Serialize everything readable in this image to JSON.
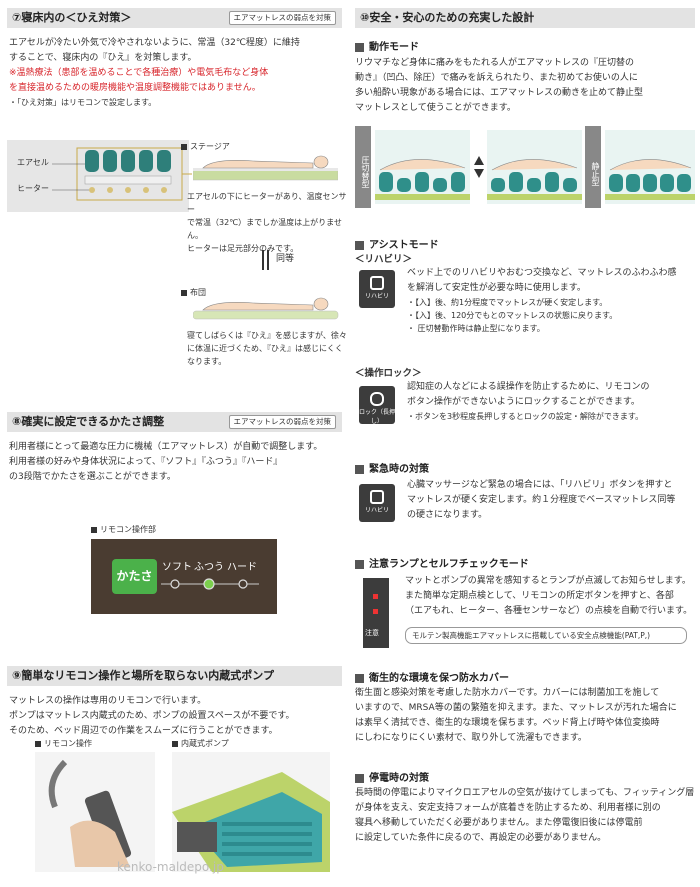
{
  "s7": {
    "title": "⑦寝床内の＜ひえ対策＞",
    "badge": "エアマットレスの弱点を対策",
    "p1": "エアセルが冷たい外気で冷やされないように、常温（32℃程度）に維持",
    "p2": "することで、寝床内の『ひえ』を対策します。",
    "red1": "※温熱療法（患部を温めることで各種治療）や電気毛布など身体",
    "red2": "を直接温めるための暖房機能や温度調整機能ではありません。",
    "note": "・「ひえ対策」はリモコンで設定します。",
    "label_stage": "ステージア",
    "label_aircell": "エアセル",
    "label_heater": "ヒーター",
    "stage_desc": [
      "エアセルの下にヒーターがあり、温度センサー",
      "で常温（32℃）までしか温度は上がりません。",
      "ヒーターは足元部分のみです。"
    ],
    "equal": "同等",
    "label_futon": "布団",
    "futon_desc": [
      "寝てしばらくは『ひえ』を感じますが、徐々",
      "に体温に近づくため、『ひえ』は感じにくく",
      "なります。"
    ]
  },
  "s8": {
    "title": "⑧確実に設定できるかたさ調整",
    "badge": "エアマットレスの弱点を対策",
    "lines": [
      "利用者様にとって最適な圧力に機械（エアマットレス）が自動で調整します。",
      "利用者様の好みや身体状況によって、『ソフト』『ふつう』『ハード』",
      "の3段階でかたさを選ぶことができます。"
    ],
    "remote_label": "リモコン操作部",
    "btn": "かたさ",
    "opt_soft": "ソフト",
    "opt_normal": "ふつう",
    "opt_hard": "ハード"
  },
  "s9": {
    "title": "⑨簡単なリモコン操作と場所を取らない内蔵式ポンプ",
    "lines": [
      "マットレスの操作は専用のリモコンで行います。",
      "ポンプはマットレス内蔵式のため、ポンプの設置スペースが不要です。",
      "そのため、ベッド周辺での作業をスムーズに行うことができます。"
    ],
    "label_remote": "リモコン操作",
    "label_pump": "内蔵式ポンプ",
    "watermark": "kenko-maldepo.jp"
  },
  "s10": {
    "title": "⑩安全・安心のための充実した設計",
    "motion_h": "動作モード",
    "motion_lines": [
      "リウマチなど身体に痛みをもたれる人がエアマットレスの『圧切替の",
      "動き』（凹凸、除圧）で痛みを訴えられたり、また初めてお使いの人に",
      "多い船酔い現象がある場合には、エアマットレスの動きを止めて静止型",
      "マットレスとして使うことができます。"
    ],
    "mode_a": "圧切替型",
    "mode_b": "静止型",
    "assist_h": "アシストモード",
    "rehab_h": "＜リハビリ＞",
    "rehab_lines": [
      "ベッド上でのリハビリやおむつ交換など、マットレスのふわふわ感",
      "を解消して安定性が必要な時に使用します。",
      "・【入】後、約1分程度でマットレスが硬く安定します。",
      "・【入】後、120分でもとのマットレスの状態に戻ります。",
      "・ 圧切替動作時は静止型になります。"
    ],
    "rehab_icon": "リハビリ",
    "lock_h": "＜操作ロック＞",
    "lock_lines": [
      "認知症の人などによる誤操作を防止するために、リモコンの",
      "ボタン操作ができないようにロックすることができます。",
      "・ボタンを3秒程度長押しするとロックの設定・解除ができます。"
    ],
    "lock_icon": "ロック（長押し）",
    "emerg_h": "緊急時の対策",
    "emerg_lines": [
      "心臓マッサージなど緊急の場合には、「リハビリ」ボタンを押すと",
      "マットレスが硬く安定します。約１分程度でベースマットレス同等",
      "の硬さになります。"
    ],
    "emerg_icon": "リハビリ",
    "lamp_h": "注意ランプとセルフチェックモード",
    "lamp_lines": [
      "マットとポンプの異常を感知するとランプが点滅してお知らせします。",
      "また簡単な定期点検として、リモコンの所定ボタンを押すと、各部",
      "（エアもれ、ヒーター、各種センサーなど）の点検を自動で行います。"
    ],
    "lamp_icon": "注意",
    "lamp_note": "モルテン製高機能エアマットレスに搭載している安全点検機能(PAT,P,)",
    "cover_h": "衛生的な環境を保つ防水カバー",
    "cover_lines": [
      "衛生面と感染対策を考慮した防水カバーです。カバーには制菌加工を施して",
      "いますので、MRSA等の菌の繁殖を抑えます。また、マットレスが汚れた場合に",
      "は素早く清拭でき、衛生的な環境を保ちます。ベッド背上げ時や体位変換時",
      "にしわになりにくい素材で、取り外して洗濯もできます。"
    ],
    "power_h": "停電時の対策",
    "power_lines": [
      "長時間の停電によりマイクロエアセルの空気が抜けてしまっても、フィッティング層",
      "が身体を支え、安定支持フォームが底着きを防止するため、利用者様に別の",
      "寝具へ移動していただく必要がありません。また停電復旧後には停電前",
      "に設定していた条件に戻るので、再設定の必要がありません。"
    ]
  }
}
